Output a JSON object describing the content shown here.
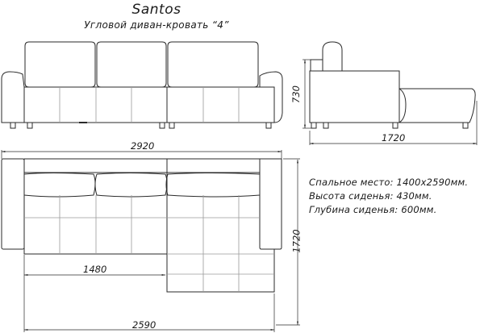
{
  "header": {
    "title": "Santos",
    "subtitle": "Угловой диван-кровать “4”"
  },
  "dimensions": {
    "front_width": "2920",
    "side_height": "730",
    "side_depth": "1720",
    "plan_depth": "1720",
    "straight_section": "1480",
    "bed_length": "2590"
  },
  "specs": [
    {
      "label": "Спальное место:",
      "value": "1400x2590мм."
    },
    {
      "label": "Высота сиденья:",
      "value": "430мм."
    },
    {
      "label": "Глубина сиденья:",
      "value": "600мм."
    }
  ],
  "specs_text": {
    "line0": "Спальное место: 1400x2590мм.",
    "line1": "Высота сиденья: 430мм.",
    "line2": "Глубина сиденья: 600мм."
  },
  "colors": {
    "line": "#2a2a2a",
    "thin_line": "#9a9a9a",
    "background": "#ffffff"
  }
}
